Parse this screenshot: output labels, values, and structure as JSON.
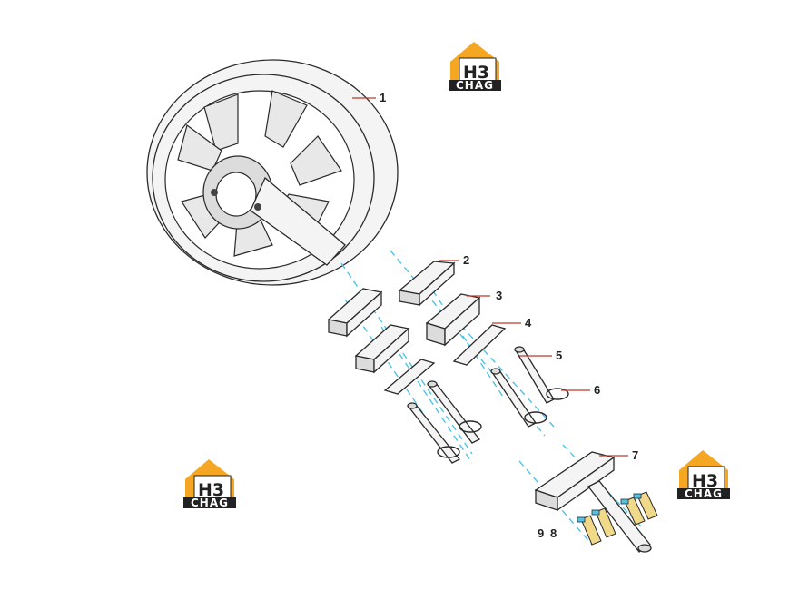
{
  "logo": {
    "brand": "CHAG",
    "initials": "H3",
    "colors": {
      "orange": "#f5a623",
      "dark": "#222222"
    }
  },
  "callouts": [
    {
      "label": "1"
    },
    {
      "label": "2"
    },
    {
      "label": "3"
    },
    {
      "label": "4"
    },
    {
      "label": "5"
    },
    {
      "label": "6"
    },
    {
      "label": "7"
    },
    {
      "label": "9"
    },
    {
      "label": "8"
    }
  ],
  "colors": {
    "axis_lines": "#4fc3e8",
    "leader_lines": "#c0392b"
  }
}
